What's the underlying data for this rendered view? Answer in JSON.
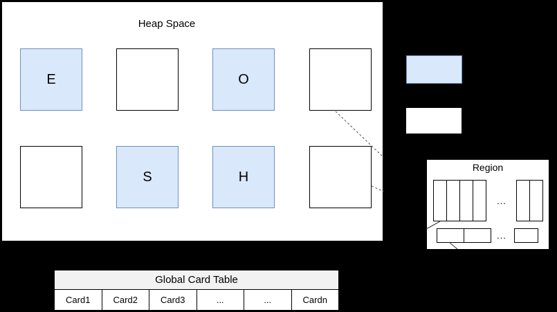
{
  "heap": {
    "title": "Heap Space",
    "squares": [
      {
        "label": "E",
        "style": "blue"
      },
      {
        "label": "",
        "style": "white"
      },
      {
        "label": "O",
        "style": "blue"
      },
      {
        "label": "",
        "style": "white"
      },
      {
        "label": "",
        "style": "white"
      },
      {
        "label": "S",
        "style": "blue"
      },
      {
        "label": "H",
        "style": "blue"
      },
      {
        "label": "",
        "style": "white"
      }
    ]
  },
  "legend": {
    "blue_swatch_color": "#dae8fc",
    "blue_swatch_border": "#6c8ebf",
    "white_swatch_color": "#ffffff"
  },
  "region": {
    "title": "Region",
    "dots_top": "...",
    "dots_bottom": "..."
  },
  "card_table": {
    "title": "Global Card Table",
    "cells": [
      "Card1",
      "Card2",
      "Card3",
      "...",
      "...",
      "Cardn"
    ]
  },
  "colors": {
    "background": "#000000",
    "panel": "#ffffff",
    "blue_fill": "#dae8fc",
    "blue_border": "#6c8ebf",
    "table_header_bg": "#f2f2f2",
    "connector": "#4d4d4d"
  }
}
